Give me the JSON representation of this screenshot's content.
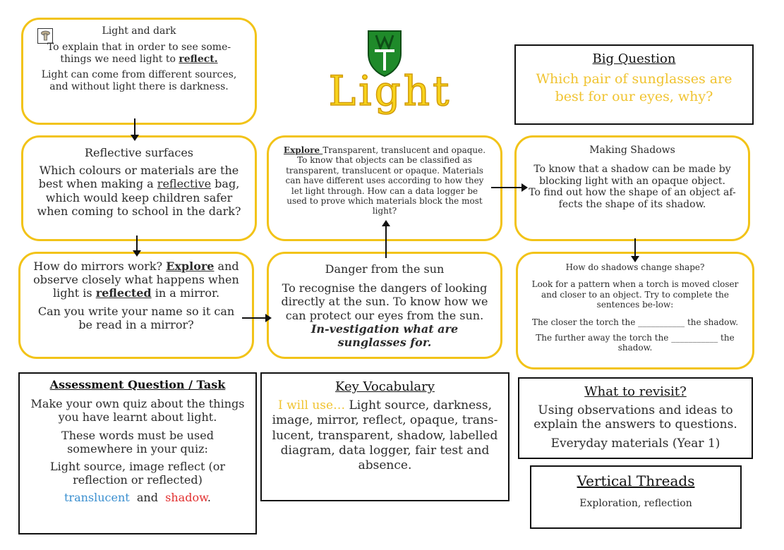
{
  "title": "Light",
  "light_dark": {
    "heading": "Light and dark",
    "line1_pre": "To explain that in order to see some-things we need light to ",
    "line1_bold": "reflect.",
    "line2": "Light can come from different sources, and without light there is darkness."
  },
  "big_question": {
    "heading": "Big Question",
    "text": "Which pair of sunglasses are best for our eyes, why?"
  },
  "reflective": {
    "heading": "Reflective surfaces",
    "pre": "Which colours or materials are the best when making a ",
    "underlined": "reflective",
    "post": " bag, which would keep children safer when coming to school in the dark?"
  },
  "explore": {
    "label": "Explore ",
    "text": "Transparent, translucent and opaque. To know that objects can be classified as transparent, translucent or opaque. Materials can have different uses according to how they let light through. How can a data logger be used to prove which materials block the most light?"
  },
  "making_shadows": {
    "heading": "Making Shadows",
    "line1": "To know that a shadow can be made by blocking light with an opaque object.",
    "line2": "To find out how the shape of an object af-fects the shape of its shadow."
  },
  "mirrors": {
    "pre": "How do mirrors work? ",
    "explore": "Explore",
    "mid": " and observe closely what happens when light is ",
    "reflected": "reflected",
    "post": " in a mirror.",
    "line2": "Can you write your name so it can be read in a mirror?"
  },
  "danger": {
    "heading": "Danger from the sun",
    "text": "To recognise the dangers of looking directly at the sun. To know how we can protect our eyes from the sun. ",
    "italic": "In-vestigation what are sunglasses for."
  },
  "shadow_shape": {
    "heading": "How do shadows change shape?",
    "line1": "Look for a pattern when a torch is moved closer and closer to an object. Try to complete the sentences be-low:",
    "line2": "The closer the torch the ___________ the shadow.",
    "line3": "The further away the torch the ___________ the shadow."
  },
  "assessment": {
    "heading": "Assessment Question / Task",
    "line1": "Make your own quiz about  the things you have learnt  about light.",
    "line2": "These words must be used somewhere in your quiz:",
    "line3": "Light source, image reflect (or reflection or reflected)",
    "word_translucent": "translucent",
    "word_and": "and",
    "word_shadow": "shadow",
    "end": "."
  },
  "vocab": {
    "heading": "Key Vocabulary",
    "lead": "I will use… ",
    "text": "Light source, darkness, image, mirror, reflect, opaque, trans-lucent, transparent, shadow, labelled diagram, data logger, fair test and absence."
  },
  "revisit": {
    "heading": "What to revisit?",
    "line1": "Using observations and ideas to explain the answers to questions.",
    "line2": "Everyday materials (Year 1)"
  },
  "threads": {
    "heading": "Vertical Threads",
    "text": "Exploration, reflection"
  },
  "colors": {
    "yellow_border": "#f2c318",
    "title_yellow": "#f7d31c",
    "big_question_text": "#f0c330",
    "translucent_blue": "#3a8fd0",
    "shadow_red": "#e23030",
    "shield_green": "#1f8a2a"
  }
}
